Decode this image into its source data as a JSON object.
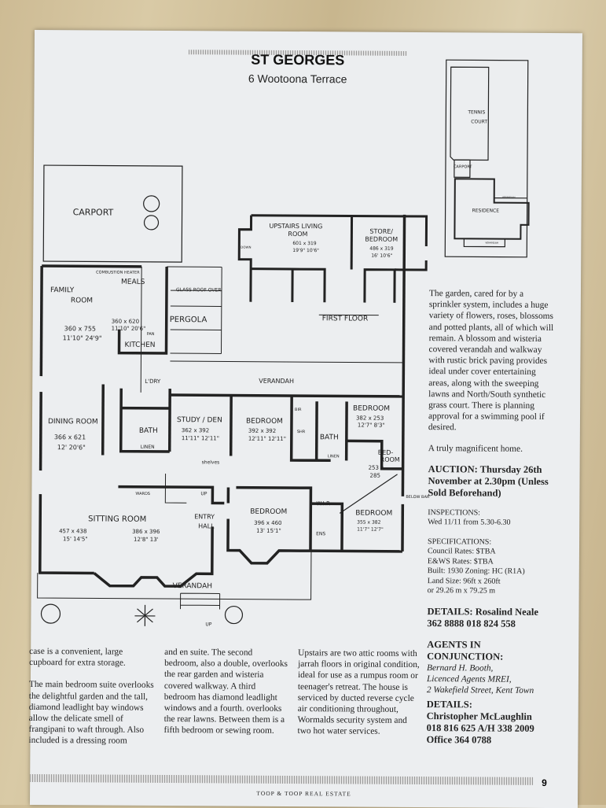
{
  "header": {
    "title": "ST GEORGES",
    "subtitle": "6 Wootoona Terrace"
  },
  "site_plan": {
    "tennis": "TENNIS",
    "court": "COURT",
    "carport": "CARPORT",
    "residence": "RESIDENCE",
    "verandah_top": "VERANDAH",
    "verandah_bottom": "VERANDAH"
  },
  "first_floor": {
    "caption": "FIRST FLOOR",
    "upstairs_living": {
      "name1": "UPSTAIRS LIVING",
      "name2": "ROOM",
      "metric": "601 x 319",
      "imperial": "19'9\" 10'6\""
    },
    "store_bedroom": {
      "name1": "STORE/",
      "name2": "BEDROOM",
      "metric": "486 x 319",
      "imperial": "16' 10'6\""
    },
    "down": "DOWN"
  },
  "ground_floor": {
    "carport": "CARPORT",
    "family_room": {
      "name1": "FAMILY",
      "name2": "ROOM",
      "metric": "360 x 755",
      "imperial": "11'10\" 24'9\""
    },
    "meals": "MEALS",
    "heater": "COMBUSTION HEATER",
    "glass_roof": "GLASS ROOF OVER",
    "pergola": "PERGOLA",
    "kitchen": {
      "name": "KITCHEN",
      "metric": "360 x 620",
      "imperial": "11'10\" 20'6\""
    },
    "pantry": "PAN",
    "ldry": "L'DRY",
    "dining_room": {
      "name": "DINING ROOM",
      "metric": "366 x 621",
      "imperial": "12' 20'6\""
    },
    "bath": "BATH",
    "linen": "LINEN",
    "study": {
      "name": "STUDY / DEN",
      "metric": "362 x 392",
      "imperial": "11'11\" 12'11\""
    },
    "shelves": "shelves",
    "verandah_top": "VERANDAH",
    "bedroom2": {
      "name": "BEDROOM",
      "metric": "392 x 392",
      "imperial": "12'11\" 12'11\""
    },
    "bir": "BIR",
    "shr": "SHR",
    "bath2": "BATH",
    "linen2": "LINEN",
    "bedroom3": {
      "name": "BEDROOM",
      "metric": "382 x 253",
      "imperial": "12'7\" 8'3\""
    },
    "bedroom5": {
      "name1": "BED-",
      "name2": "ROOM",
      "metric": "253 x",
      "metric2": "285"
    },
    "walks": "WARDS",
    "up": "UP",
    "sitting_room": {
      "name": "SITTING ROOM",
      "metric": "457 x 438",
      "imperial": "15' 14'5\"",
      "metric2": "386 x 396",
      "imperial2": "12'8\" 13'"
    },
    "entry_hall": {
      "name1": "ENTRY",
      "name2": "HALL"
    },
    "bedroom1": {
      "name": "BEDROOM",
      "metric": "396 x 460",
      "imperial": "13' 15'1\""
    },
    "wir": "W.I.R",
    "ens": "ENS",
    "bedroom4": {
      "name": "BEDROOM",
      "metric": "355 x 382",
      "imperial": "11'7\" 12'7\""
    },
    "below_bar": "BELOW BAR",
    "verandah_bottom": "VERANDAH",
    "up_steps": "UP"
  },
  "body_text": {
    "col1": [
      "case is a convenient, large cupboard for extra storage.",
      "The main bedroom suite overlooks the delightful garden and the tall, diamond leadlight bay windows allow the delicate smell of frangipani to waft through. Also included is a dressing room"
    ],
    "col2": "and en suite. The second bedroom, also a double, overlooks the rear garden and wisteria covered walkway. A third bedroom has diamond leadlight windows and a fourth. overlooks the rear lawns. Between them is a fifth bedroom or sewing room.",
    "col3": "Upstairs are two attic rooms with jarrah floors in original condition, ideal for use as a rumpus room or teenager's retreat. The house is serviced by ducted reverse cycle air conditioning throughout, Wormalds security system and two hot water services."
  },
  "sidebar": {
    "garden": "The garden, cared for by a sprinkler system, includes a huge variety of flowers, roses, blossoms and potted plants, all of which will remain. A blossom and wisteria covered verandah and walkway with rustic brick paving provides ideal under cover entertaining areas, along with the sweeping lawns and North/South synthetic grass court. There is planning approval for a swimming pool if desired.",
    "tagline": "A truly magnificent home.",
    "auction": "AUCTION: Thursday 26th November at 2.30pm (Unless Sold Beforehand)",
    "inspections_label": "INSPECTIONS:",
    "inspections": "Wed 11/11 from 5.30-6.30",
    "specs_label": "SPECIFICATIONS:",
    "specs": [
      "Council Rates: $TBA",
      "E&WS Rates: $TBA",
      "Built: 1930  Zoning: HC (R1A)",
      "Land Size: 96ft x 260ft",
      "or 29.26 m x 79.25 m"
    ],
    "details1": "DETAILS: Rosalind Neale",
    "details1_phone": "362 8888 018 824 558",
    "agents_label": "AGENTS IN CONJUNCTION:",
    "agents": [
      "Bernard H. Booth,",
      "Licenced Agents MREI,",
      "2 Wakefield Street, Kent Town"
    ],
    "details2_label": "DETAILS:",
    "details2": [
      "Christopher McLaughlin",
      "018 816 625 A/H 338 2009",
      "Office 364 0788"
    ]
  },
  "footer": {
    "agency": "TOOP & TOOP REAL ESTATE",
    "page": "9"
  }
}
